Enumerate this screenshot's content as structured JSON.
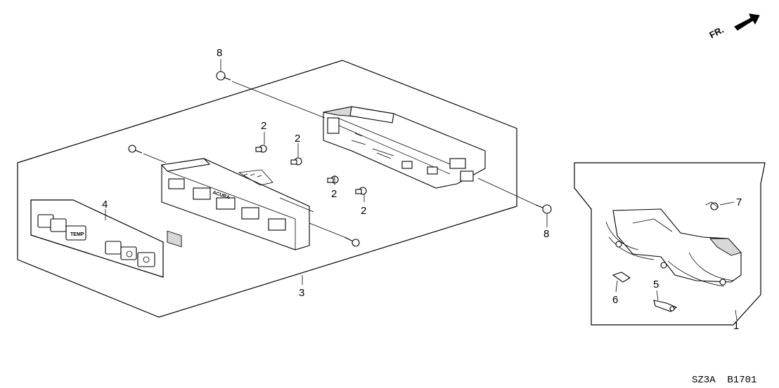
{
  "direction_label": "FR.",
  "diagram_code": "SZ3A  B1701",
  "callouts": {
    "c1": "1",
    "c2a": "2",
    "c2b": "2",
    "c2c": "2",
    "c2d": "2",
    "c3": "3",
    "c4": "4",
    "c5": "5",
    "c6": "6",
    "c7": "7",
    "c8a": "8",
    "c8b": "8"
  },
  "brand_text": "ACURA",
  "button_labels": {
    "temp": "TEMP"
  }
}
